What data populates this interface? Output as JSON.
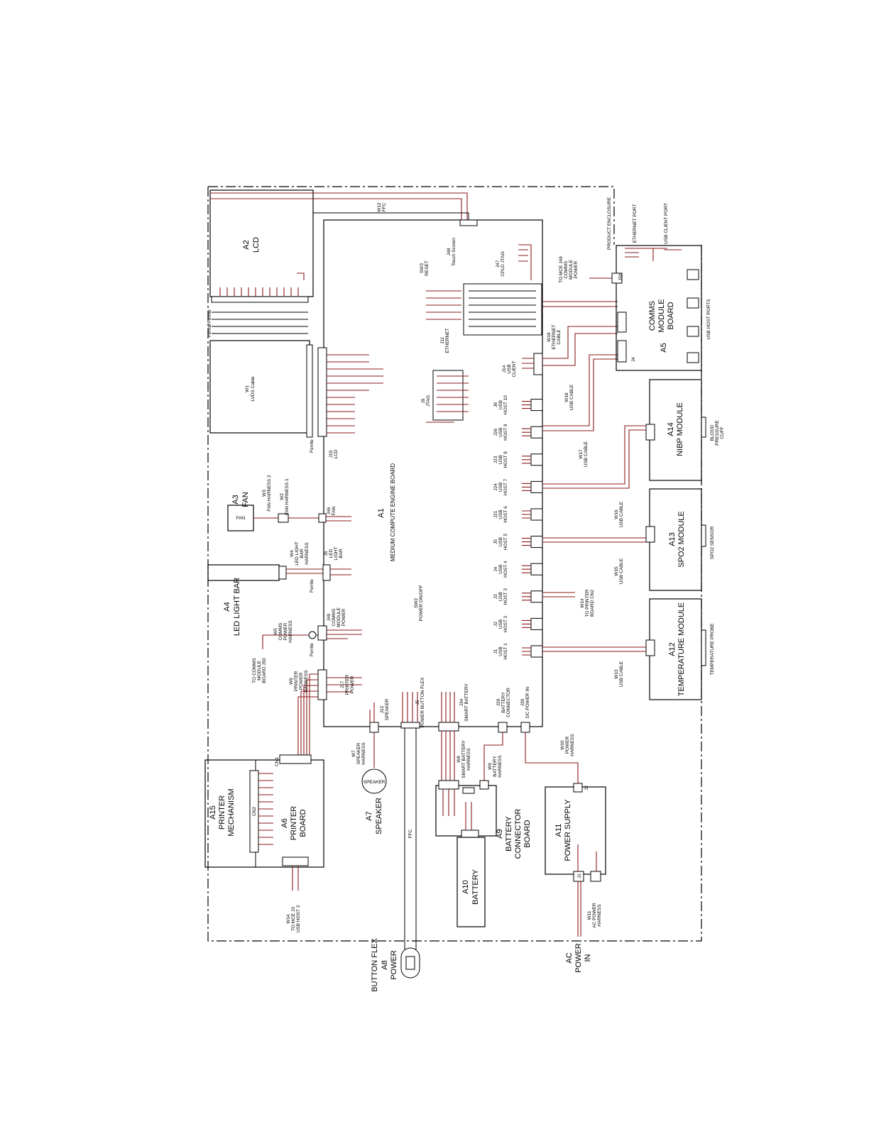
{
  "enclosure": {
    "label": "PRODUCT ENCLOSURE"
  },
  "modules": {
    "a1": {
      "id": "A1",
      "name": "MEDIUM COMPUTE ENGINE BOARD"
    },
    "a2": {
      "id": "A2",
      "name": "LCD"
    },
    "a3": {
      "id": "A3",
      "name": "FAN",
      "inner": "FAN"
    },
    "a4": {
      "id": "A4",
      "name": "LED LIGHT BAR"
    },
    "a5": {
      "id": "A5",
      "name_line1": "COMMS",
      "name_line2": "MODULE",
      "name_line3": "BOARD"
    },
    "a6": {
      "id": "A6",
      "name_line1": "PRINTER",
      "name_line2": "BOARD"
    },
    "a7": {
      "id": "A7",
      "name": "SPEAKER",
      "inner": "SPEAKER"
    },
    "a8": {
      "id": "A8",
      "name_line1": "POWER",
      "name_line2": "BUTTON FLEX"
    },
    "a9": {
      "id": "A9",
      "name_line1": "BATTERY",
      "name_line2": "CONNECTOR",
      "name_line3": "BOARD"
    },
    "a10": {
      "id": "A10",
      "name": "BATTERY"
    },
    "a11": {
      "id": "A11",
      "name": "POWER SUPPLY"
    },
    "a12": {
      "id": "A12",
      "name": "TEMPERATURE MODULE",
      "sensor": "TEMPERATURE PROBE"
    },
    "a13": {
      "id": "A13",
      "name": "SPO2 MODULE",
      "sensor": "SPO2 SENSOR"
    },
    "a14": {
      "id": "A14",
      "name": "NIBP MODULE",
      "sensor_line1": "BLOOD",
      "sensor_line2": "PRESSURE",
      "sensor_line3": "CUFF"
    },
    "a15": {
      "id": "A15",
      "name_line1": "PRINTER",
      "name_line2": "MECHANISM"
    }
  },
  "cables": {
    "w1": {
      "id": "W1",
      "name": "LVDS Cable"
    },
    "w2": {
      "id": "W2",
      "name": "FAN HARNESS 1"
    },
    "w3": {
      "id": "W3",
      "name": "FAN HARNESS 2"
    },
    "w4": {
      "id": "W4",
      "name_line1": "LED LIGHT",
      "name_line2": "BAR",
      "name_line3": "HARNESS"
    },
    "w5": {
      "id": "W5",
      "name_line1": "COMMS",
      "name_line2": "POWER",
      "name_line3": "HARNESS"
    },
    "w6": {
      "id": "W6",
      "name_line1": "PRINTER",
      "name_line2": "POWER",
      "name_line3": "HARNESS"
    },
    "w7": {
      "id": "W7",
      "name_line1": "SPEAKER",
      "name_line2": "HARNESS"
    },
    "w8": {
      "id": "W8",
      "name_line1": "SMART BATTERY",
      "name_line2": "HARNESS"
    },
    "w9": {
      "id": "W9",
      "name_line1": "BATTERY",
      "name_line2": "HARNESS"
    },
    "w10": {
      "id": "W10",
      "name_line1": "POWER",
      "name_line2": "HARNESS"
    },
    "w11": {
      "id": "W11",
      "name_line1": "AC POWER",
      "name_line2": "HARNESS"
    },
    "w12": {
      "id": "W12",
      "name": "FFC"
    },
    "w13": {
      "id": "W13",
      "name": "USB CABLE"
    },
    "w14": {
      "id": "W14",
      "name_line1": "TO PRINTER",
      "name_line2": "BOARD CN2"
    },
    "w14b": {
      "id": "W14",
      "name_line1": "TO MCE J3",
      "name_line2": "USB HOST 3"
    },
    "w15": {
      "id": "W15",
      "name": "USB CABLE"
    },
    "w16": {
      "id": "W16",
      "name": "USB CABLE"
    },
    "w17": {
      "id": "W17",
      "name": "USB CABLE"
    },
    "w18": {
      "id": "W18",
      "name": "USB CABLE"
    },
    "w19": {
      "id": "W19",
      "name_line1": "ETHERNET",
      "name_line2": "CABLE"
    }
  },
  "a1_connectors": {
    "j19": {
      "id": "J19",
      "name": "LCD"
    },
    "j46": {
      "id": "J46",
      "name": "FAN"
    },
    "j6": {
      "id": "J6",
      "name_line1": "LED",
      "name_line2": "LIGHT",
      "name_line3": "BAR"
    },
    "j49": {
      "id": "J49",
      "name_line1": "COMMS",
      "name_line2": "MODULE",
      "name_line3": "POWER"
    },
    "j17": {
      "id": "J17",
      "name_line1": "PRINTER",
      "name_line2": "POWER"
    },
    "j12": {
      "id": "J12",
      "name": "SPEAKER"
    },
    "j5": {
      "id": "J5",
      "name": "POWER BUTTON FLEX"
    },
    "j34": {
      "id": "J34",
      "name": "SMART BATTERY"
    },
    "j29": {
      "id": "J29",
      "name_line1": "BATTERY",
      "name_line2": "CONNECTOR"
    },
    "j30": {
      "id": "J30",
      "name": "DC POWER IN"
    },
    "sw2": {
      "id": "SW2",
      "name": "POWER ON/OFF"
    },
    "sw3": {
      "id": "SW3",
      "name": "RESET"
    },
    "j48": {
      "id": "J48",
      "name": "Touch Screen"
    },
    "j47": {
      "id": "J47",
      "name": "CPLD JTAG"
    },
    "j11": {
      "id": "J11",
      "name": "ETHERNET"
    },
    "j14": {
      "id": "J14",
      "name_line1": "USB",
      "name_line2": "CLIENT"
    },
    "j9": {
      "id": "J9",
      "name": "JTAG"
    },
    "usb_hosts": [
      {
        "id": "J1",
        "line1": "USB",
        "line2": "HOST 1"
      },
      {
        "id": "J2",
        "line1": "USB",
        "line2": "HOST 2"
      },
      {
        "id": "J3",
        "line1": "USB",
        "line2": "HOST 3"
      },
      {
        "id": "J4",
        "line1": "USB",
        "line2": "HOST 4"
      },
      {
        "id": "J5",
        "line1": "USB",
        "line2": "HOST 5"
      },
      {
        "id": "J21",
        "line1": "USB",
        "line2": "HOST 6"
      },
      {
        "id": "J24",
        "line1": "USB",
        "line2": "HOST 7"
      },
      {
        "id": "J23",
        "line1": "USB",
        "line2": "HOST 8"
      },
      {
        "id": "J26",
        "line1": "USB",
        "line2": "HOST 9"
      },
      {
        "id": "J8",
        "line1": "USB",
        "line2": "HOST 10"
      }
    ]
  },
  "misc": {
    "ferrite": "Ferrite",
    "to_comms_line1": "TO COMMS",
    "to_comms_line2": "MODULE",
    "to_comms_line3": "BOARD J50",
    "to_mce_line1": "TO MCE J49",
    "to_mce_line2": "COMMS",
    "to_mce_line3": "MODULE",
    "to_mce_line4": "POWER",
    "ethernet_port": "ETHERNET PORT",
    "usb_client_port": "USB CLIENT PORT",
    "usb_host_ports": "USB HOST PORTS",
    "ffc": "FFC",
    "ac_line1": "AC",
    "ac_line2": "POWER",
    "ac_line3": "IN",
    "a15_cn1": "CN1",
    "a15_cn2": "CN2",
    "a5_j4": "J4",
    "a5_j50": "J50",
    "a11_j1": "J1",
    "a11_j2": "J2"
  },
  "colors": {
    "wire": "#8b1a1a",
    "line": "#000000"
  }
}
